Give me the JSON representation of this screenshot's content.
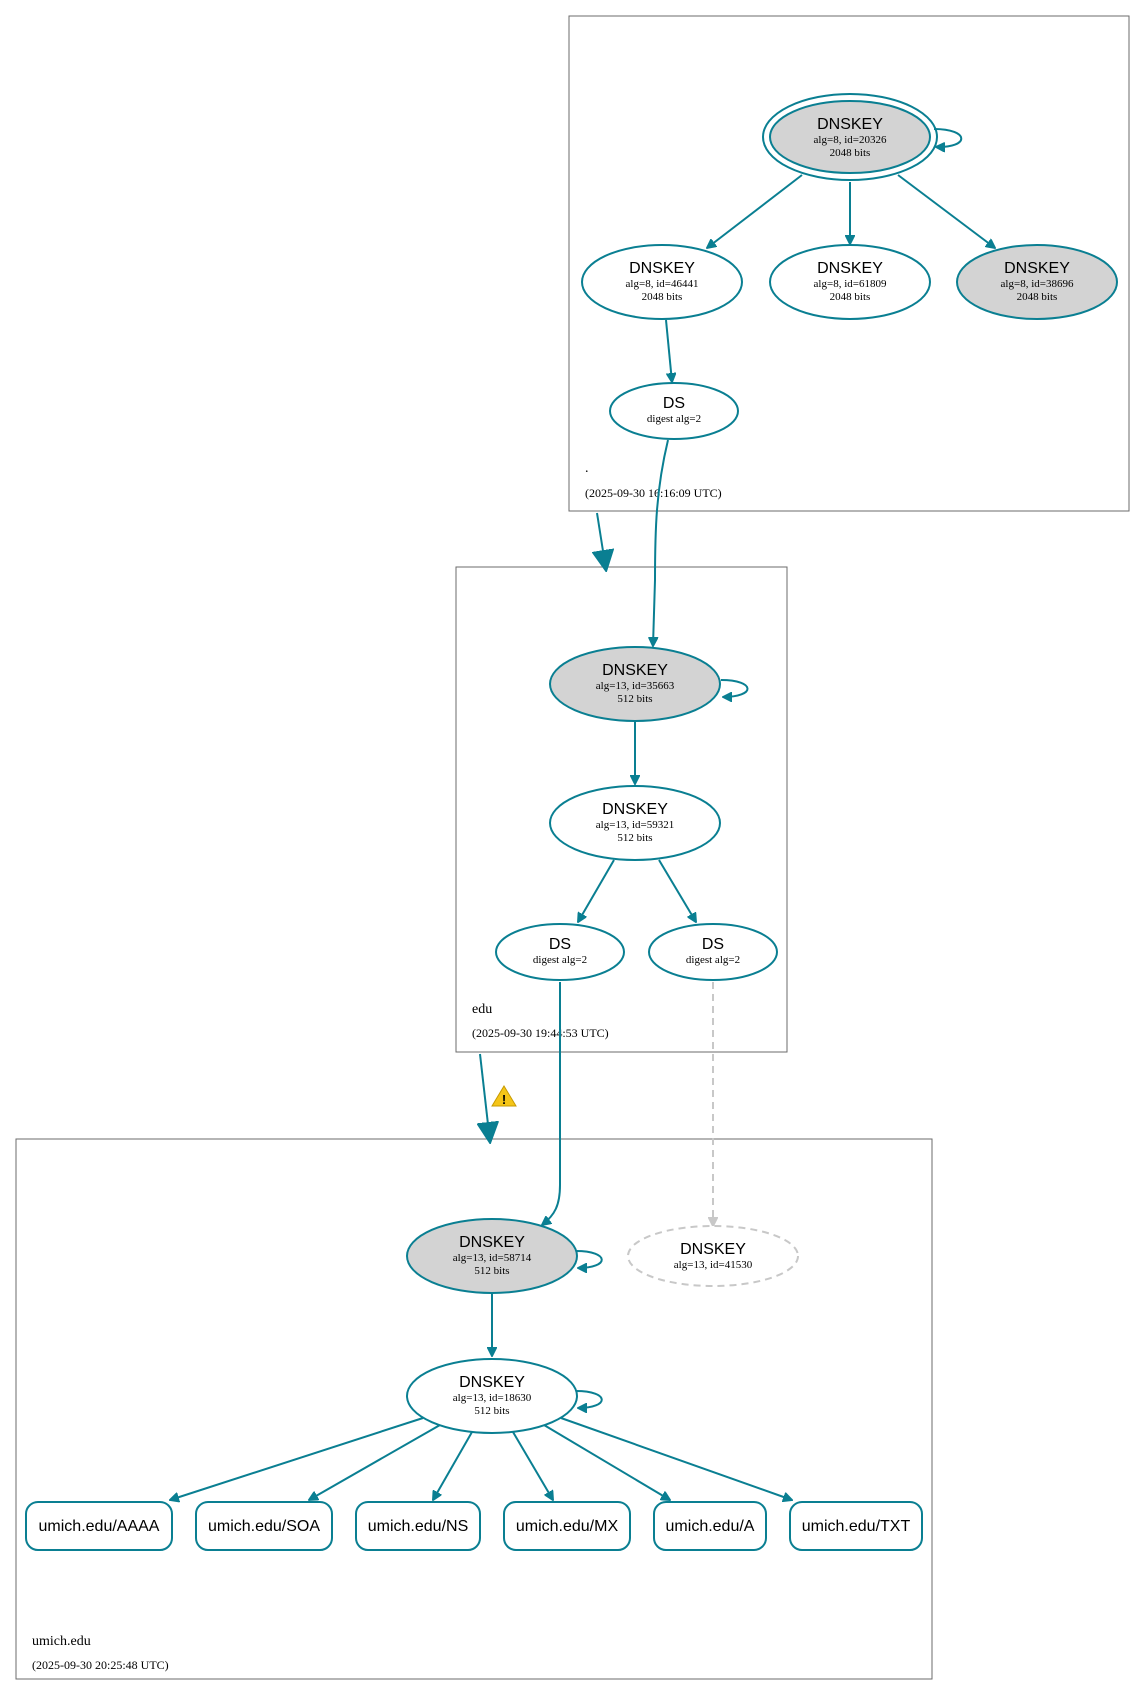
{
  "colors": {
    "edge": "#0a7f92",
    "sep_fill": "#d3d3d3",
    "missing": "#c8c8c8",
    "warning": "#f5c518"
  },
  "zones": {
    "root": {
      "name": ".",
      "timestamp": "(2025-09-30 16:16:09 UTC)"
    },
    "edu": {
      "name": "edu",
      "timestamp": "(2025-09-30 19:44:53 UTC)"
    },
    "umich": {
      "name": "umich.edu",
      "timestamp": "(2025-09-30 20:25:48 UTC)"
    }
  },
  "nodes": {
    "root_ksk": {
      "title": "DNSKEY",
      "line1": "alg=8, id=20326",
      "line2": "2048 bits"
    },
    "root_zsk1": {
      "title": "DNSKEY",
      "line1": "alg=8, id=46441",
      "line2": "2048 bits"
    },
    "root_zsk2": {
      "title": "DNSKEY",
      "line1": "alg=8, id=61809",
      "line2": "2048 bits"
    },
    "root_zsk3": {
      "title": "DNSKEY",
      "line1": "alg=8, id=38696",
      "line2": "2048 bits"
    },
    "root_ds": {
      "title": "DS",
      "line1": "digest alg=2"
    },
    "edu_ksk": {
      "title": "DNSKEY",
      "line1": "alg=13, id=35663",
      "line2": "512 bits"
    },
    "edu_zsk": {
      "title": "DNSKEY",
      "line1": "alg=13, id=59321",
      "line2": "512 bits"
    },
    "edu_ds1": {
      "title": "DS",
      "line1": "digest alg=2"
    },
    "edu_ds2": {
      "title": "DS",
      "line1": "digest alg=2"
    },
    "umich_ksk": {
      "title": "DNSKEY",
      "line1": "alg=13, id=58714",
      "line2": "512 bits"
    },
    "umich_missing": {
      "title": "DNSKEY",
      "line1": "alg=13, id=41530"
    },
    "umich_zsk": {
      "title": "DNSKEY",
      "line1": "alg=13, id=18630",
      "line2": "512 bits"
    }
  },
  "records": [
    "umich.edu/AAAA",
    "umich.edu/SOA",
    "umich.edu/NS",
    "umich.edu/MX",
    "umich.edu/A",
    "umich.edu/TXT"
  ],
  "warning": {
    "icon": "warning-icon",
    "glyph": "!"
  }
}
